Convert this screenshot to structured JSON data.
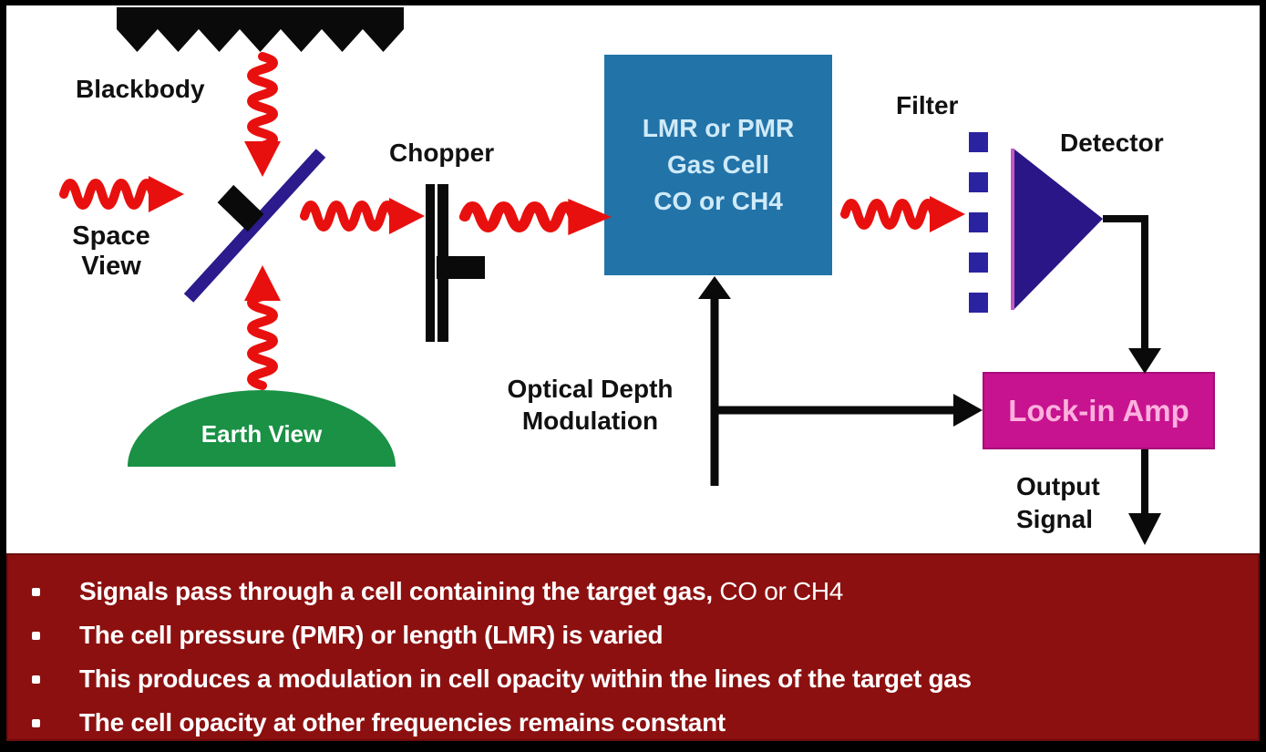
{
  "diagram": {
    "blackbody_label": "Blackbody",
    "space_view_line1": "Space",
    "space_view_line2": "View",
    "earth_view_label": "Earth View",
    "chopper_label": "Chopper",
    "gas_cell": {
      "line1": "LMR or PMR",
      "line2": "Gas Cell",
      "line3": "CO or CH4"
    },
    "filter_label": "Filter",
    "detector_label": "Detector",
    "lock_in_label": "Lock-in Amp",
    "optical_depth_line1": "Optical Depth",
    "optical_depth_line2": "Modulation",
    "output_line1": "Output",
    "output_line2": "Signal"
  },
  "notes": {
    "bullets": [
      {
        "b": "Signals pass through a cell containing the target gas, ",
        "r": "CO or CH4"
      },
      {
        "b": "The cell pressure (PMR) or length (LMR) is varied",
        "r": ""
      },
      {
        "b": "This produces a modulation in cell opacity within the lines of the target gas",
        "r": ""
      },
      {
        "b": "The cell opacity at other frequencies remains constant",
        "r": ""
      }
    ]
  },
  "colors": {
    "signal_red": "#e8100e",
    "beam_splitter_navy": "#2b1b8c",
    "component_black": "#0a0a0a",
    "gas_cell_blue": "#2273a8",
    "gas_cell_text": "#cfeaf8",
    "filter_blue": "#2a23a0",
    "detector_indigo": "#2b1687",
    "detector_edge_pink": "#c55ac2",
    "lock_in_magenta": "#c7138f",
    "lock_in_text_pink": "#ffb0de",
    "earth_green": "#1a9145",
    "panel_maroon": "#8c1010"
  }
}
